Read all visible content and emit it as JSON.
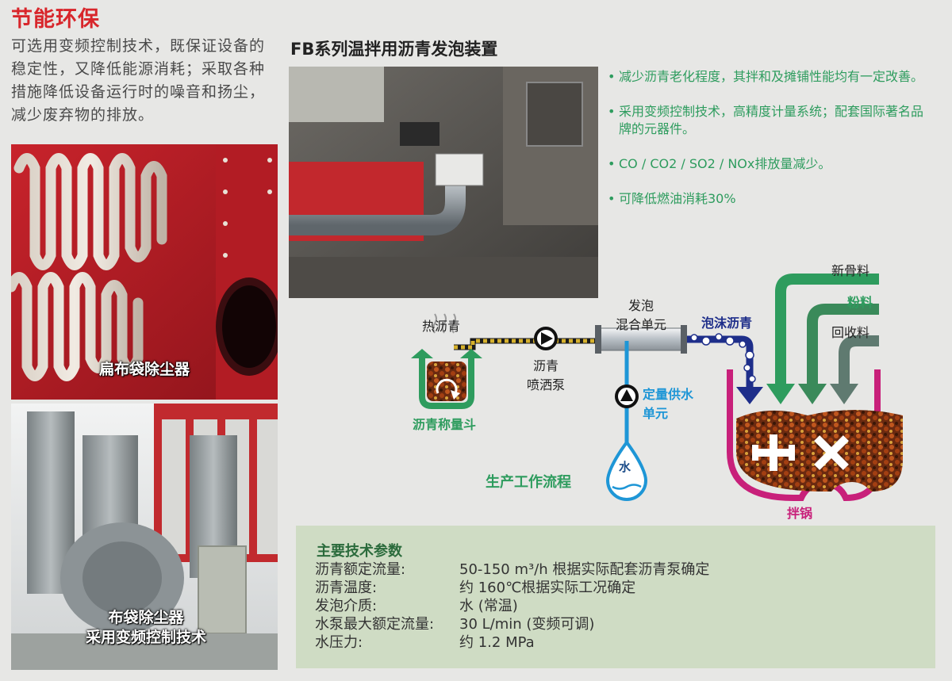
{
  "page": {
    "title": "节能环保",
    "intro": "可选用变频控制技术，既保证设备的稳定性，又降低能源消耗；采取各种措施降低设备运行时的噪音和扬尘，减少废弃物的排放。"
  },
  "photos": {
    "flat_bag_caption": "扁布袋除尘器",
    "bag_filter_caption_1": "布袋除尘器",
    "bag_filter_caption_2": "采用变频控制技术"
  },
  "fb": {
    "title": "FB系列温拌用沥青发泡装置",
    "bullets": [
      "减少沥青老化程度，其拌和及摊铺性能均有一定改善。",
      "采用变频控制技术，高精度计量系统；配套国际著名品牌的元器件。",
      "CO / CO2 / SO2 / NOx排放量减少。",
      "可降低燃油消耗30%"
    ]
  },
  "diagram": {
    "hot_asphalt": "热沥青",
    "asphalt_hopper": "沥青称量斗",
    "pump_line1": "沥青",
    "pump_line2": "喷洒泵",
    "mixer_line1": "发泡",
    "mixer_line2": "混合单元",
    "foam_asphalt": "泡沫沥青",
    "water_unit_line1": "定量供水",
    "water_unit_line2": "单元",
    "water": "水",
    "process": "生产工作流程",
    "new_aggregate": "新骨料",
    "powder": "粉料",
    "recycled": "回收料",
    "mixer_pot": "拌锅"
  },
  "params": {
    "heading": "主要技术参数",
    "rows": [
      {
        "k": "沥青额定流量:",
        "v": "50-150 m³/h 根据实际配套沥青泵确定"
      },
      {
        "k": "沥青温度:",
        "v": "约 160℃根据实际工况确定"
      },
      {
        "k": "发泡介质:",
        "v": "水 (常温)"
      },
      {
        "k": "水泵最大额定流量:",
        "v": "30 L/min (变频可调)"
      },
      {
        "k": "水压力:",
        "v": "约 1.2 MPa"
      }
    ]
  },
  "colors": {
    "title_red": "#d8262b",
    "green": "#2e9c5e",
    "navy": "#1e2e8a",
    "water_blue": "#1e96d6",
    "pot_magenta": "#c8207a"
  }
}
